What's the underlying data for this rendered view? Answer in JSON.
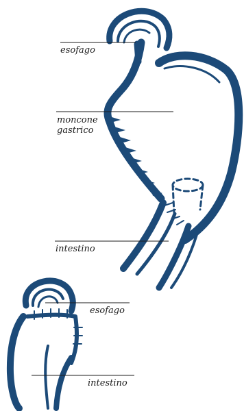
{
  "colors": {
    "ink": "#1c4a78",
    "text": "#1b1b1b"
  },
  "top_diagram": {
    "labels": {
      "esophagus": "esofago",
      "gastric_stump_line1": "moncone",
      "gastric_stump_line2": "gastrico",
      "intestine": "intestino"
    }
  },
  "bottom_diagram": {
    "labels": {
      "esophagus": "esofago",
      "intestine": "intestino"
    }
  }
}
